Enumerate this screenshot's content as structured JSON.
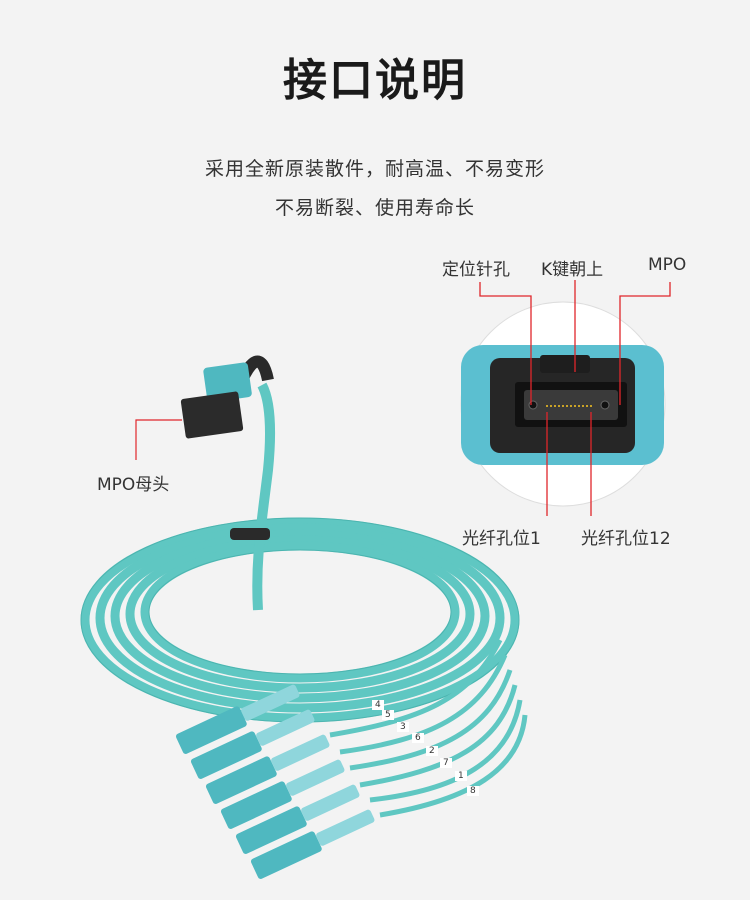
{
  "header": {
    "title": "接口说明",
    "subtitle_lines": [
      "采用全新原装散件，耐高温、不易变形",
      "不易断裂、使用寿命长"
    ]
  },
  "callouts": {
    "mpo_female": "MPO母头",
    "guide_pin_hole": "定位针孔",
    "key_up": "K键朝上",
    "mpo": "MPO",
    "fiber_pos_1": "光纤孔位1",
    "fiber_pos_12": "光纤孔位12"
  },
  "fiber_tags": [
    "4",
    "5",
    "3",
    "6",
    "2",
    "7",
    "1",
    "8"
  ],
  "colors": {
    "cable": "#5fc7c2",
    "connector": "#4fb8c0",
    "callout_line": "#e0262b",
    "background": "#f3f3f3"
  }
}
